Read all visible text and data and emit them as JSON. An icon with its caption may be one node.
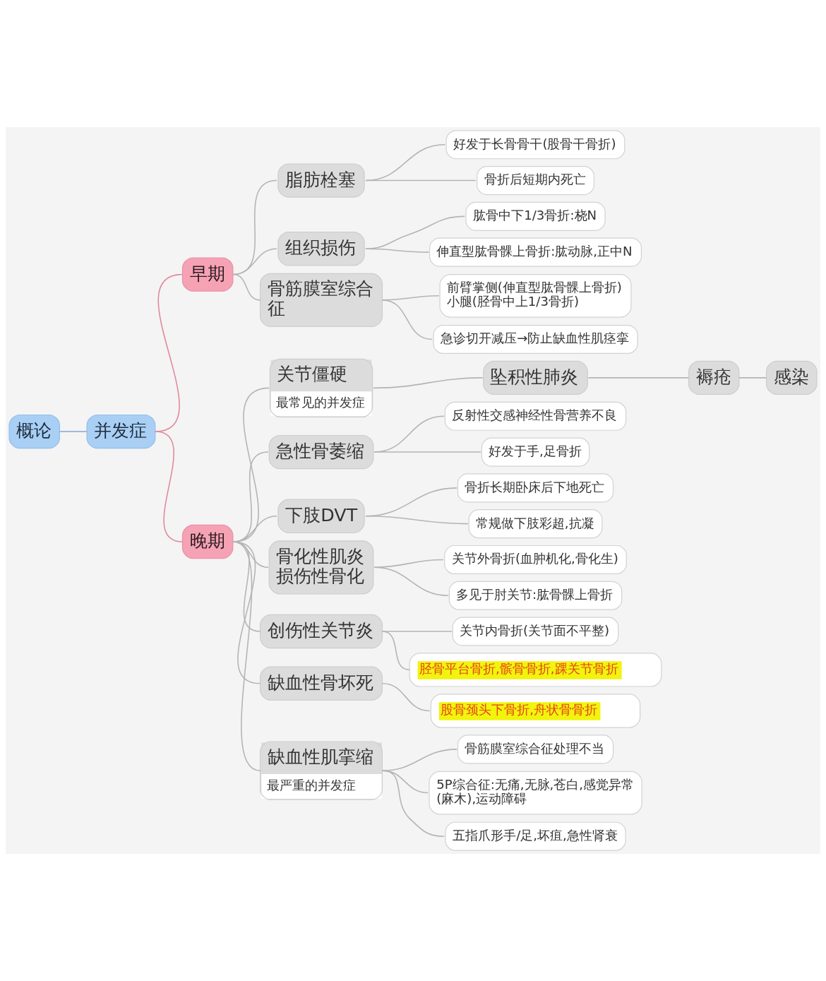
{
  "diagram": {
    "nodes": [
      {
        "text": [
          "概论"
        ]
      },
      {
        "text": [
          "并发症"
        ]
      },
      {
        "text": [
          "早期"
        ]
      },
      {
        "text": [
          "脂肪栓塞"
        ]
      },
      {
        "text": [
          "好发于长骨骨干(股骨干骨折)"
        ]
      },
      {
        "text": [
          "骨折后短期内死亡"
        ]
      },
      {
        "text": [
          "组织损伤"
        ]
      },
      {
        "text": [
          "肱骨中下1/3骨折:桡N"
        ]
      },
      {
        "text": [
          "伸直型肱骨髁上骨折:肱动脉,正中N"
        ]
      },
      {
        "text": [
          "骨筋膜室综合征"
        ]
      },
      {
        "text": [
          "前臂掌侧(伸直型肱骨髁上骨折)",
          "小腿(胫骨中上1/3骨折)"
        ]
      },
      {
        "text": [
          "急诊切开减压→防止缺血性肌痉挛"
        ]
      },
      {
        "text": [
          "晚期"
        ]
      },
      {
        "text": [
          "关节僵硬",
          "最常见的并发症"
        ]
      },
      {
        "text": [
          "坠积性肺炎"
        ]
      },
      {
        "text": [
          "褥疮"
        ]
      },
      {
        "text": [
          "感染"
        ]
      },
      {
        "text": [
          "急性骨萎缩"
        ]
      },
      {
        "text": [
          "反射性交感神经性骨营养不良"
        ]
      },
      {
        "text": [
          "好发于手,足骨折"
        ]
      },
      {
        "text": [
          "下肢DVT"
        ]
      },
      {
        "text": [
          "骨折长期卧床后下地死亡"
        ]
      },
      {
        "text": [
          "常规做下肢彩超,抗凝"
        ]
      },
      {
        "text": [
          "骨化性肌炎",
          "损伤性骨化"
        ]
      },
      {
        "text": [
          "关节外骨折(血肿机化,骨化生)"
        ]
      },
      {
        "text": [
          "多见于肘关节:肱骨髁上骨折"
        ]
      },
      {
        "text": [
          "创伤性关节炎"
        ]
      },
      {
        "text": [
          "关节内骨折(关节面不平整)"
        ]
      },
      {
        "text": [
          "胫骨平台骨折,髌骨骨折,踝关节骨折"
        ]
      },
      {
        "text": [
          "缺血性骨坏死"
        ]
      },
      {
        "text": [
          "股骨颈头下骨折,舟状骨骨折"
        ]
      },
      {
        "text": [
          "缺血性肌挛缩",
          "最严重的并发症"
        ]
      },
      {
        "text": [
          "骨筋膜室综合征处理不当"
        ]
      },
      {
        "text": [
          "5P综合征:无痛,无脉,苍白,感觉异常(麻木),运动障碍"
        ]
      },
      {
        "text": [
          "五指爪形手/足,坏疽,急性肾衰"
        ]
      }
    ],
    "edges": [
      {
        "from": 0,
        "to": 1,
        "arrow": "none",
        "color": "#8aa6cc"
      },
      {
        "from": 1,
        "to": 2,
        "arrow": "none",
        "color": "#e0899c"
      },
      {
        "from": 1,
        "to": 12,
        "arrow": "none",
        "color": "#e0899c"
      },
      {
        "from": 2,
        "to": 3,
        "arrow": "none"
      },
      {
        "from": 3,
        "to": 4,
        "arrow": "none"
      },
      {
        "from": 3,
        "to": 5,
        "arrow": "none"
      },
      {
        "from": 2,
        "to": 6,
        "arrow": "none"
      },
      {
        "from": 6,
        "to": 7,
        "arrow": "none"
      },
      {
        "from": 6,
        "to": 8,
        "arrow": "none"
      },
      {
        "from": 2,
        "to": 9,
        "arrow": "none"
      },
      {
        "from": 9,
        "to": 10,
        "arrow": "none"
      },
      {
        "from": 9,
        "to": 11,
        "arrow": "none"
      },
      {
        "from": 12,
        "to": 13,
        "arrow": "none"
      },
      {
        "from": 13,
        "to": 14,
        "arrow": "none"
      },
      {
        "from": 14,
        "to": 15,
        "arrow": "none"
      },
      {
        "from": 15,
        "to": 16,
        "arrow": "none"
      },
      {
        "from": 12,
        "to": 17,
        "arrow": "none"
      },
      {
        "from": 17,
        "to": 18,
        "arrow": "none"
      },
      {
        "from": 17,
        "to": 19,
        "arrow": "none"
      },
      {
        "from": 12,
        "to": 20,
        "arrow": "none"
      },
      {
        "from": 20,
        "to": 21,
        "arrow": "none"
      },
      {
        "from": 20,
        "to": 22,
        "arrow": "none"
      },
      {
        "from": 12,
        "to": 23,
        "arrow": "none"
      },
      {
        "from": 23,
        "to": 24,
        "arrow": "none"
      },
      {
        "from": 23,
        "to": 25,
        "arrow": "none"
      },
      {
        "from": 12,
        "to": 26,
        "arrow": "none"
      },
      {
        "from": 26,
        "to": 27,
        "arrow": "none"
      },
      {
        "from": 26,
        "to": 28,
        "arrow": "none"
      },
      {
        "from": 12,
        "to": 29,
        "arrow": "none"
      },
      {
        "from": 29,
        "to": 30,
        "arrow": "none"
      },
      {
        "from": 12,
        "to": 31,
        "arrow": "none"
      },
      {
        "from": 31,
        "to": 32,
        "arrow": "none"
      },
      {
        "from": 31,
        "to": 33,
        "arrow": "none"
      },
      {
        "from": 31,
        "to": 34,
        "arrow": "none"
      }
    ]
  }
}
